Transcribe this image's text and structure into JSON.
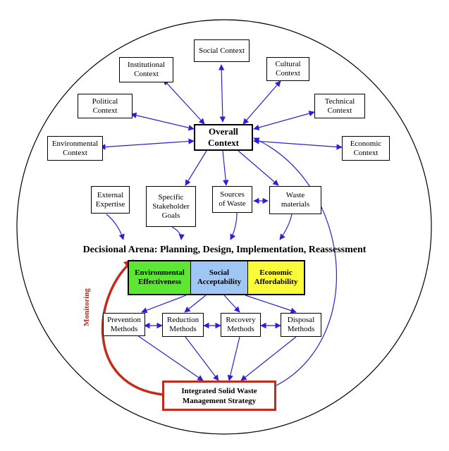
{
  "context": {
    "overall": "Overall\nContext",
    "social": "Social Context",
    "institutional": "Institutional\nContext",
    "cultural": "Cultural\nContext",
    "political": "Political\nContext",
    "technical": "Technical\nContext",
    "environmental": "Environmental\nContext",
    "economic": "Economic\nContext"
  },
  "inputs": {
    "external": "External\nExpertise",
    "stakeholder": "Specific\nStakeholder\nGoals",
    "sources": "Sources\nof Waste",
    "materials": "Waste\nmaterials"
  },
  "arena_title": "Decisional Arena: Planning, Design, Implementation, Reassessment",
  "criteria": {
    "environmental": "Environmental\nEffectiveness",
    "social": "Social\nAcceptability",
    "economic": "Economic\nAffordability"
  },
  "methods": {
    "prevention": "Prevention\nMethods",
    "reduction": "Reduction\nMethods",
    "recovery": "Recovery\nMethods",
    "disposal": "Disposal\nMethods"
  },
  "strategy": "Integrated Solid Waste\nManagement Strategy",
  "monitoring": "Monitoring",
  "colors": {
    "arrow": "#2b1fd8",
    "strategy_border": "#c62a1a",
    "environmental": "#5ce832",
    "social": "#9fc6f5",
    "economic": "#fbfb3a"
  }
}
